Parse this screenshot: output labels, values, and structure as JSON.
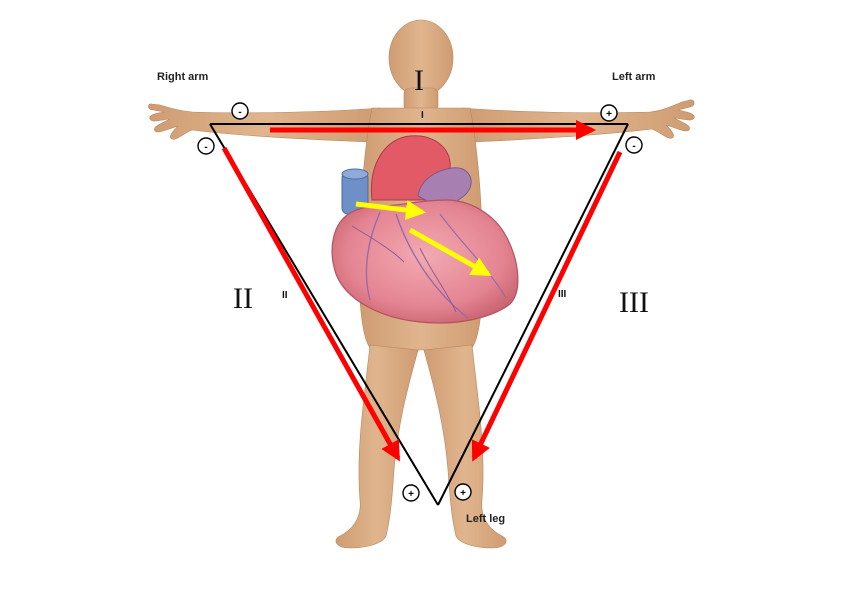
{
  "labels": {
    "right_arm": "Right arm",
    "left_arm": "Left arm",
    "left_leg": "Left leg",
    "lead_I_big": "I",
    "lead_II_big": "II",
    "lead_III_big": "III",
    "lead_I_small": "I",
    "lead_II_small": "II",
    "lead_III_small": "III"
  },
  "poles": {
    "right_arm_top": "-",
    "right_arm_bottom": "-",
    "left_arm_top": "+",
    "left_arm_bottom": "-",
    "left_leg_left": "+",
    "left_leg_right": "+"
  },
  "colors": {
    "skin": "#d9a980",
    "skin_shadow": "#c08d63",
    "heart": "#e88a95",
    "heart_dark": "#c0566a",
    "aorta": "#e25a66",
    "vessel_blue": "#6f8fc8",
    "vessel_purple": "#a77fb0",
    "lead_arrow": "#ff0000",
    "axis_arrow": "#ffff00",
    "triangle": "#000000"
  }
}
